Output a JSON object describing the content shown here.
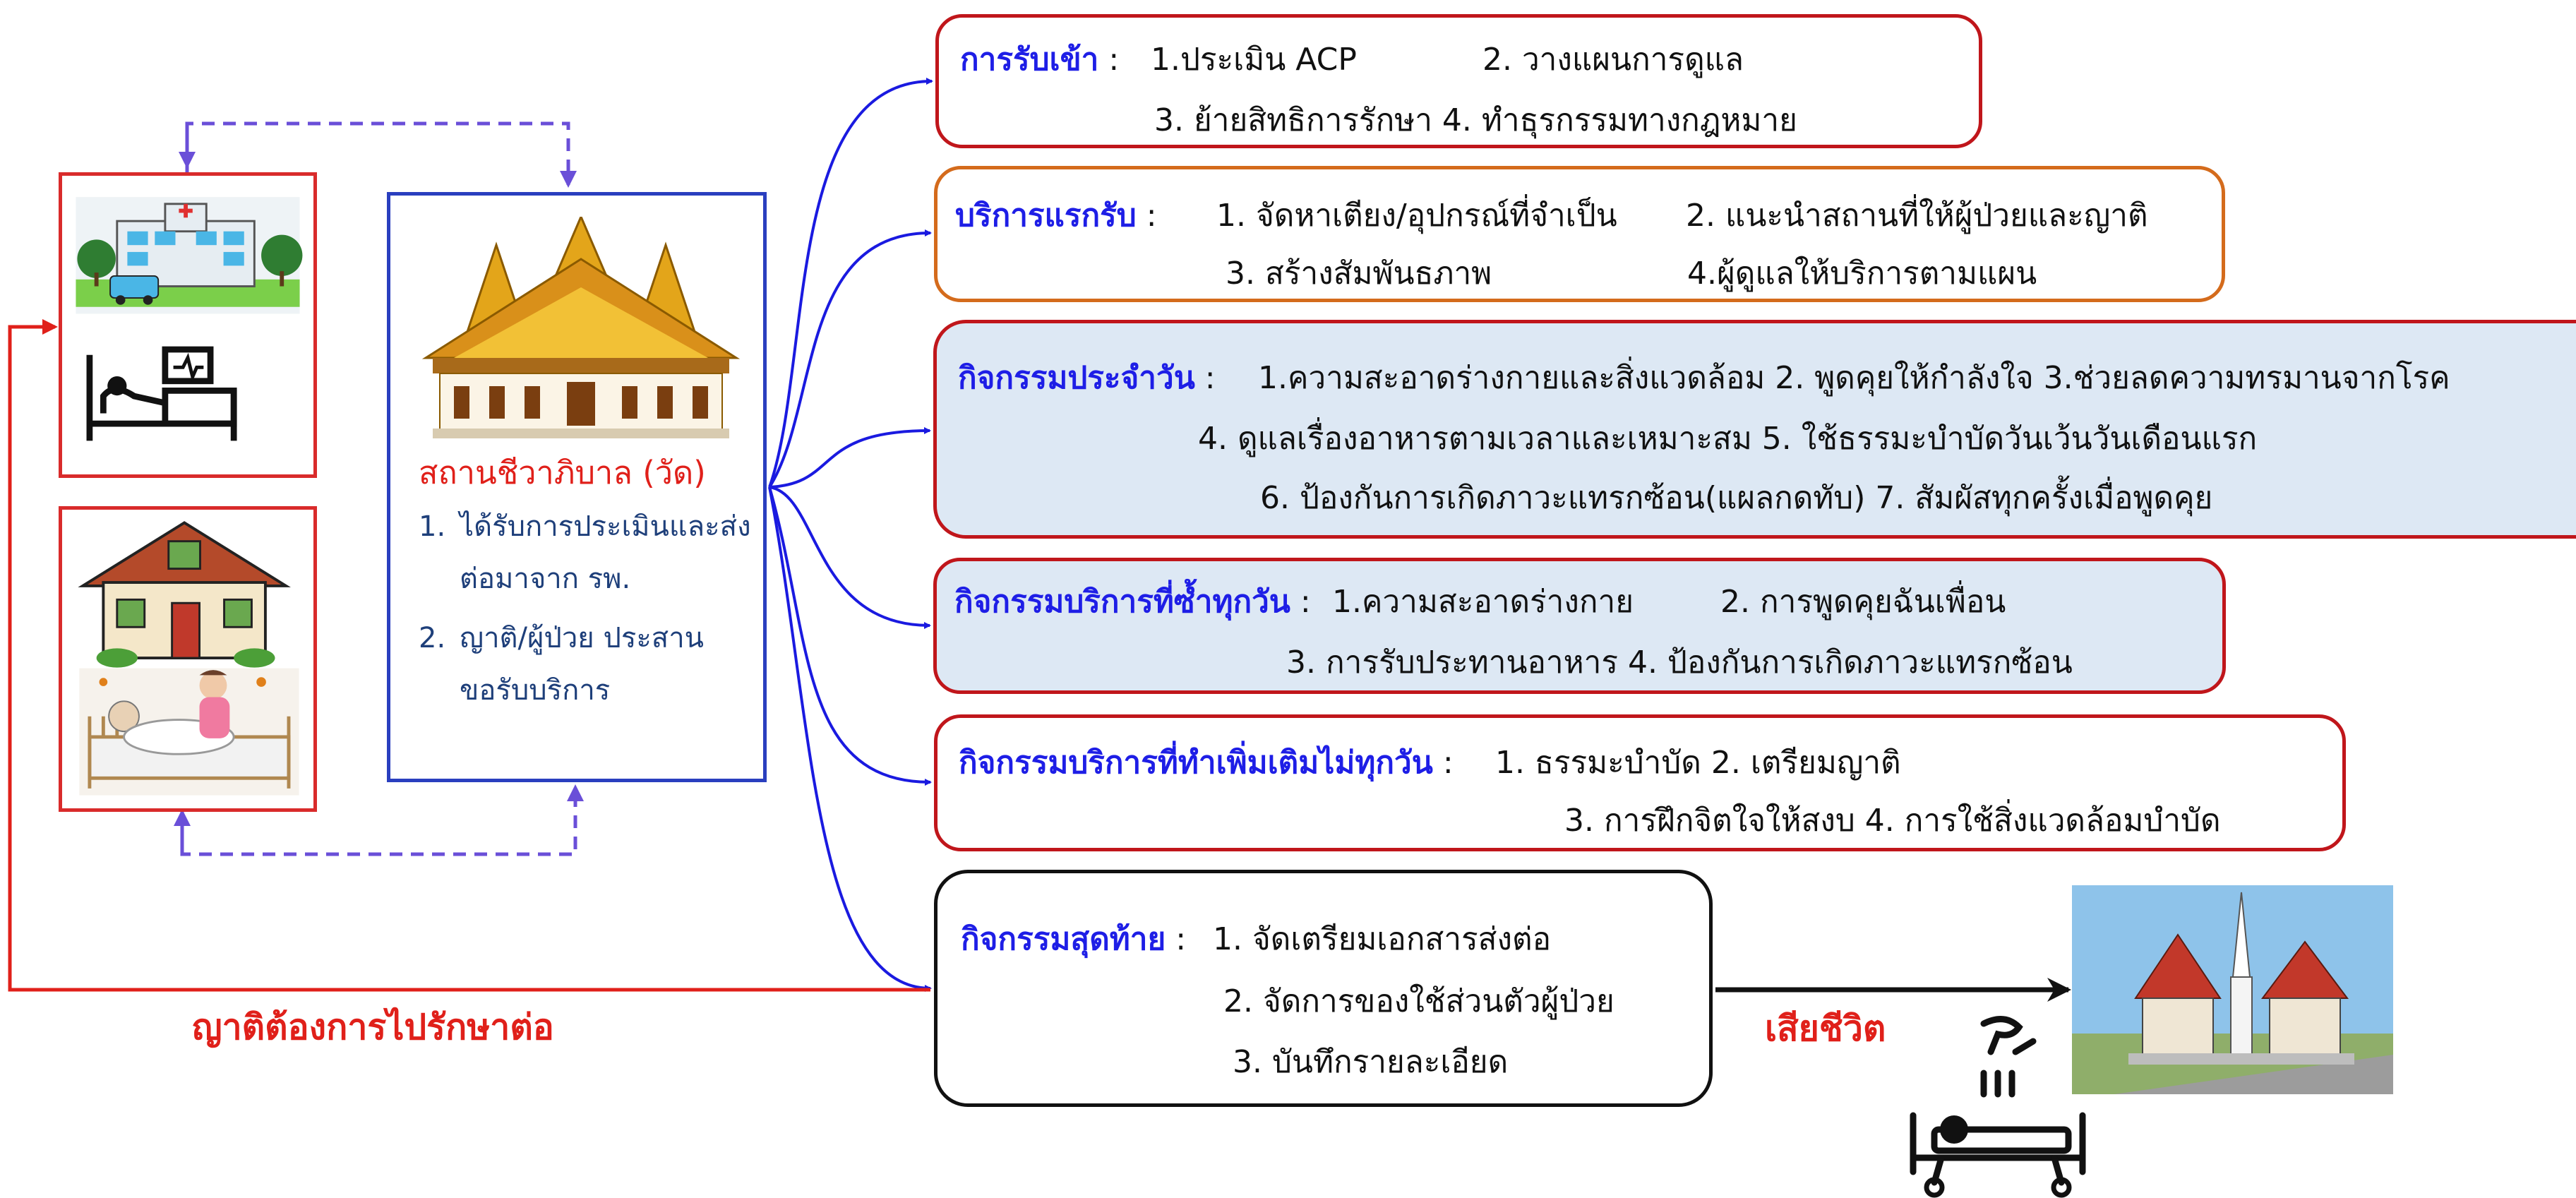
{
  "center": {
    "title": "สถานชีวาภิบาล (วัด)",
    "items": [
      {
        "num": "1.",
        "text": "ได้รับการประเมินและส่งต่อมาจาก รพ."
      },
      {
        "num": "2.",
        "text": "ญาติ/ผู้ป่วย ประสานขอรับบริการ"
      }
    ]
  },
  "boxes": {
    "admission": {
      "label": "การรับเข้า",
      "sep": " :  ",
      "line1a": "1.ประเมิน ACP",
      "line1b": "2. วางแผนการดูแล",
      "line2": "3. ย้ายสิทธิการรักษา   4. ทำธุรกรรมทางกฎหมาย"
    },
    "first": {
      "label": "บริการแรกรับ",
      "sep": " :  ",
      "line1a": "1. จัดหาเตียง/อุปกรณ์ที่จำเป็น",
      "line1b": "2. แนะนำสถานที่ให้ผู้ป่วยและญาติ",
      "line2a": "3. สร้างสัมพันธภาพ",
      "line2b": "4.ผู้ดูแลให้บริการตามแผน"
    },
    "daily": {
      "label": "กิจกรรมประจำวัน",
      "sep": " :  ",
      "line1": "1.ความสะอาดร่างกายและสิ่งแวดล้อม   2. พูดคุยให้กำลังใจ  3.ช่วยลดความทรมานจากโรค",
      "line2": "4. ดูแลเรื่องอาหารตามเวลาและเหมาะสม  5. ใช้ธรรมะบำบัดวันเว้นวันเดือนแรก",
      "line3": "6. ป้องกันการเกิดภาวะแทรกซ้อน(แผลกดทับ)  7. สัมผัสทุกครั้งเมื่อพูดคุย"
    },
    "repeat": {
      "label": "กิจกรรมบริการที่ซ้ำทุกวัน",
      "sep": "  : ",
      "line1a": "1.ความสะอาดร่างกาย",
      "line1b": "2. การพูดคุยฉันเพื่อน",
      "line2": "3. การรับประทานอาหาร  4. ป้องกันการเกิดภาวะแทรกซ้อน"
    },
    "extra": {
      "label": "กิจกรรมบริการที่ทำเพิ่มเติมไม่ทุกวัน",
      "sep": " : ",
      "line1": "1. ธรรมะบำบัด  2. เตรียมญาติ",
      "line2": "3. การฝึกจิตใจให้สงบ  4. การใช้สิ่งแวดล้อมบำบัด"
    },
    "final": {
      "label": "กิจกรรมสุดท้าย",
      "sep": " : ",
      "line1": "1. จัดเตรียมเอกสารส่งต่อ",
      "line2": "2. จัดการของใช้ส่วนตัวผู้ป่วย",
      "line3": "3. บันทึกรายละเอียด"
    }
  },
  "labels": {
    "relatives": "ญาติต้องการไปรักษาต่อ",
    "death": "เสียชีวิต"
  },
  "colors": {
    "accent_red": "#e0201a",
    "label_blue": "#1e1ee6",
    "connector_blue": "#1a1ae0",
    "dashed_purple": "#6a4fd8",
    "daily_fill": "#dde8f4"
  },
  "icons": [
    "hospital-icon",
    "patient-bed-icon",
    "house-icon",
    "elderly-care-icon",
    "temple-icon",
    "crematorium-icon",
    "deceased-stretcher-icon"
  ]
}
